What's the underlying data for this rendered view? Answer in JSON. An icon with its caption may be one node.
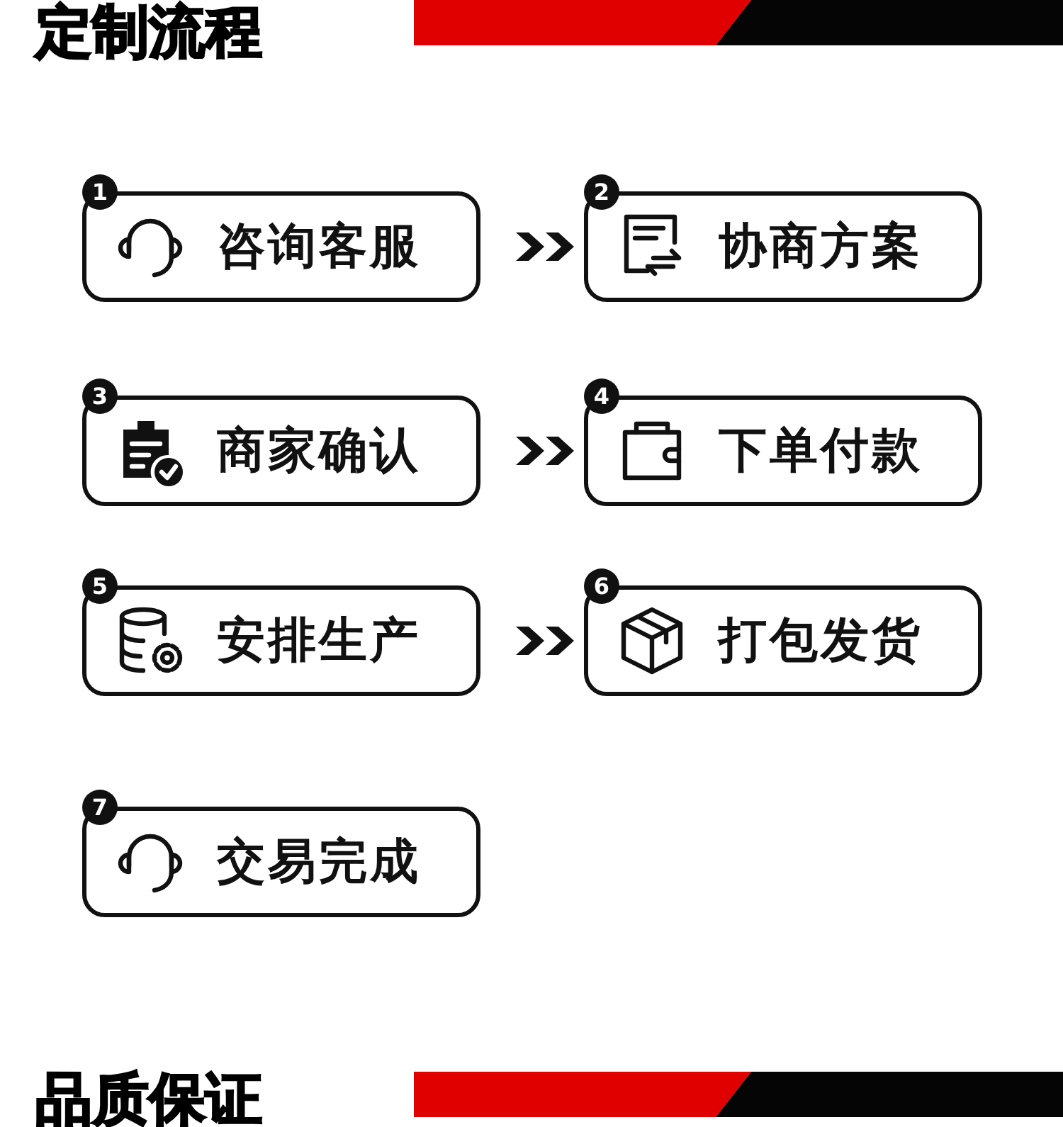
{
  "diagram": {
    "title": "定制流程",
    "nodes": [
      {
        "text": [
          "1",
          "咨询客服"
        ]
      },
      {
        "text": [
          "2",
          "协商方案"
        ]
      },
      {
        "text": [
          "3",
          "商家确认"
        ]
      },
      {
        "text": [
          "4",
          "下单付款"
        ]
      },
      {
        "text": [
          "5",
          "安排生产"
        ]
      },
      {
        "text": [
          "6",
          "打包发货"
        ]
      },
      {
        "text": [
          "7",
          "交易完成"
        ]
      }
    ],
    "edges": [
      {
        "from": 0,
        "to": 1,
        "arrow": "to"
      },
      {
        "from": 2,
        "to": 3,
        "arrow": "to"
      },
      {
        "from": 4,
        "to": 5,
        "arrow": "to"
      }
    ],
    "labels": [
      "品质保证"
    ]
  }
}
